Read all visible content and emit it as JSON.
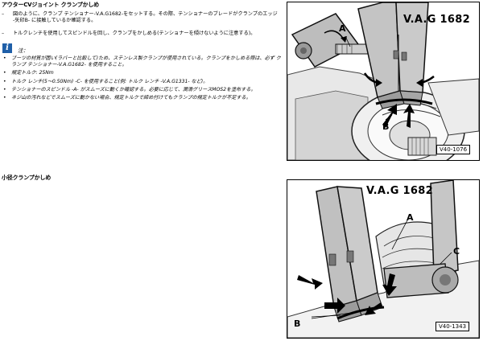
{
  "section1": {
    "heading": "アウターCVジョイント クランプかしめ",
    "steps": [
      {
        "dash": "–",
        "text": "図のように、クランプ テンショナー-V.A.G1682-をセットする。その際、テンショナーのブレードがクランプのエッジ -矢印B- に接触しているか確認する。"
      },
      {
        "dash": "–",
        "text": "トルクレンチを使用してスピンドルを回し、クランプをかしめる(テンショナーを傾けないように注意する)。"
      }
    ],
    "note_label": "注：",
    "bullets": [
      "ブーツの材質が固い(ラバーと比較して)ため、ステンレス製クランプが使用されている。クランプをかしめる際は、必ず クランプ テンショナー-V.A.G1682- を使用すること。",
      "規定トルク: 25Nm",
      "トルク レンチ(5～0.50Nm) -C- を使用すること(例: トルク レンチ -V.A.G1331- など)。",
      "テンショナーのスピンドル -A- がスムーズに動くか確認する。必要に応じて、潤滑グリースMOS2を塗布する。",
      "ネジ山の汚れなどでスムーズに動かない場合、規定トルクで締め付けてもクランプの規定トルクが不足する。"
    ]
  },
  "section2": {
    "heading": "小径クランプかしめ"
  },
  "figure1": {
    "tool": "V.A.G 1682",
    "callouts": [
      "A",
      "B"
    ],
    "id": "V40-1076"
  },
  "figure2": {
    "tool": "V.A.G 1682",
    "callouts": [
      "A",
      "B",
      "C"
    ],
    "id": "V40-1343"
  },
  "colors": {
    "note_icon": "#1f5fa8",
    "text": "#000000"
  },
  "icons": {
    "note": "info-icon"
  }
}
